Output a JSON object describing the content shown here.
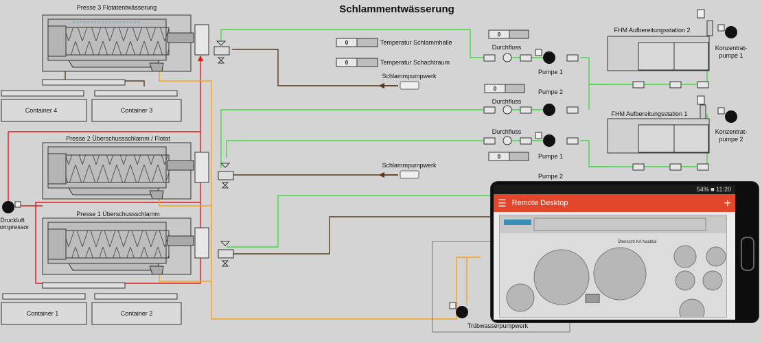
{
  "title": "Schlammentwässerung",
  "presses": {
    "p3": "Presse 3 Flotatentwässerung",
    "p2": "Presse 2 Überschussschlamm / Flotat",
    "p1": "Presse 1 Überschussschlamm"
  },
  "containers": [
    "Container 4",
    "Container 3",
    "Container 1",
    "Container 2"
  ],
  "temperature": {
    "hall_label": "Temperatur Schlammhalle",
    "hall_value": "0",
    "shaft_label": "Temperatur Schachtraum",
    "shaft_value": "0"
  },
  "flow_label": "Durchfluss",
  "flow_values": [
    "0",
    "0",
    "0"
  ],
  "pumps": {
    "pumpe1": "Pumpe 1",
    "pumpe2": "Pumpe 2",
    "sludge_pump_station": "Schlammpumpwerk",
    "turbid_water_pump_station": "Trübwasserpumpwerk",
    "conc_pump_1": "Konzentrat-\npumpe 1",
    "conc_pump_2": "Konzentrat-\npumpe 2"
  },
  "stations": {
    "s2": "FHM Aufbereitungsstation 2",
    "s1": "FHM Aufbereitungsstation 1"
  },
  "compressor": "Druckluft\nKompressor",
  "remote": {
    "app_title": "Remote Desktop",
    "status": "54% ■ 11:20",
    "inner_title": "Übersicht KA Naabtal"
  },
  "colors": {
    "green": "#3fdc3f",
    "red": "#e01b1b",
    "orange": "#f5a31b",
    "brown": "#5b3a1a",
    "app_bar": "#e2462b"
  }
}
